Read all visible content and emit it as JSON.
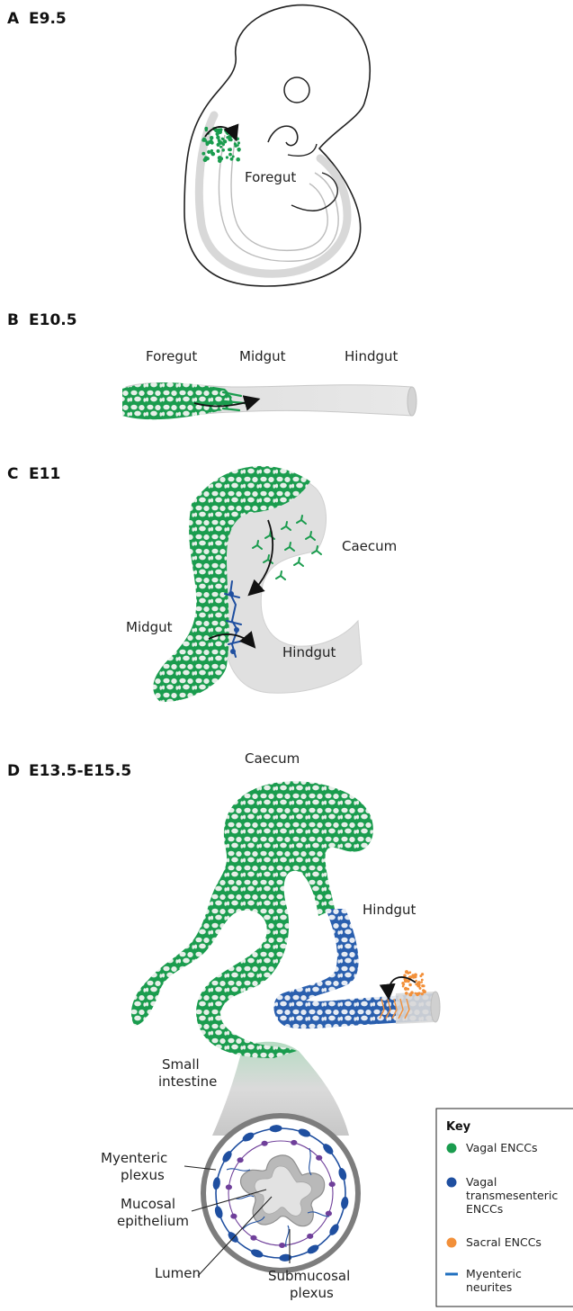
{
  "panels": {
    "a": {
      "letter": "A",
      "stage": "E9.5",
      "foregut": "Foregut"
    },
    "b": {
      "letter": "B",
      "stage": "E10.5",
      "foregut": "Foregut",
      "midgut": "Midgut",
      "hindgut": "Hindgut"
    },
    "c": {
      "letter": "C",
      "stage": "E11",
      "caecum": "Caecum",
      "midgut": "Midgut",
      "hindgut": "Hindgut"
    },
    "d": {
      "letter": "D",
      "stage": "E13.5-E15.5",
      "caecum": "Caecum",
      "hindgut": "Hindgut",
      "small_intestine_1": "Small",
      "small_intestine_2": "intestine",
      "myenteric_1": "Myenteric",
      "myenteric_2": "plexus",
      "mucosal_1": "Mucosal",
      "mucosal_2": "epithelium",
      "lumen": "Lumen",
      "submucosal_1": "Submucosal",
      "submucosal_2": "plexus"
    }
  },
  "key": {
    "title": "Key",
    "items": [
      {
        "lines": [
          "Vagal ENCCs"
        ],
        "color": "#1a9c4e",
        "marker": "dot"
      },
      {
        "lines": [
          "Vagal",
          "transmesenteric",
          "ENCCs"
        ],
        "color": "#1f4fa0",
        "marker": "dot"
      },
      {
        "lines": [
          "Sacral ENCCs"
        ],
        "color": "#f2903a",
        "marker": "dot"
      },
      {
        "lines": [
          "Myenteric",
          "neurites"
        ],
        "color": "#1f6fbf",
        "marker": "line"
      }
    ]
  },
  "colors": {
    "vagal": "#1a9c4e",
    "transmesenteric": "#1f4fa0",
    "sacral": "#f2903a",
    "neurite": "#1f6fbf",
    "gut_grey": "#dcdcdc"
  }
}
